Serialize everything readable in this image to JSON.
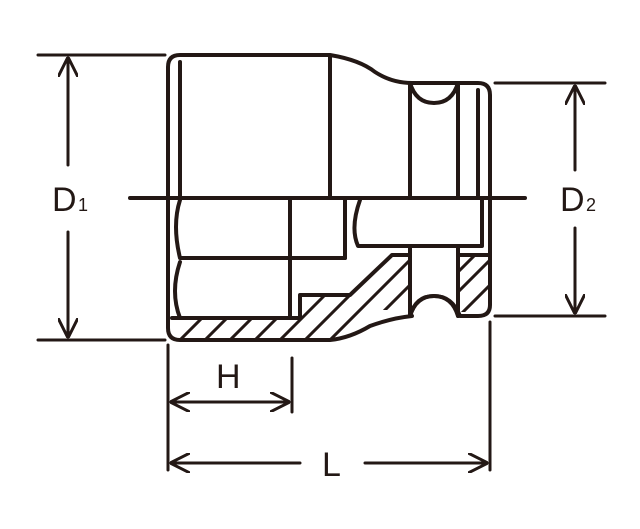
{
  "dimensions": {
    "d1": {
      "main": "D",
      "sub": "1"
    },
    "d2": {
      "main": "D",
      "sub": "2"
    },
    "h": "H",
    "l": "L"
  },
  "colors": {
    "line": "#231815",
    "background": "#ffffff"
  }
}
